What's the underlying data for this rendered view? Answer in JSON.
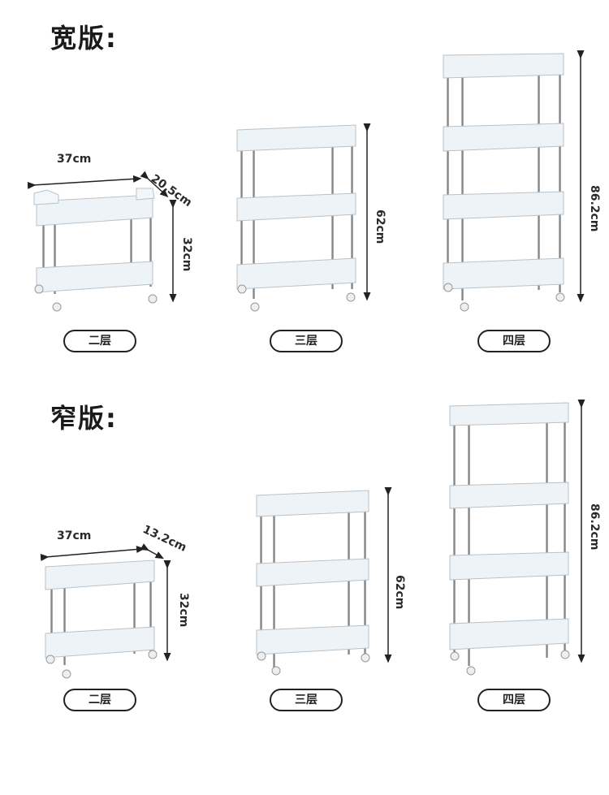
{
  "sections": [
    {
      "title": "宽版:",
      "units": [
        {
          "label": "二层",
          "tiers": 2,
          "width": "37cm",
          "depth": "20.5cm",
          "height": "32cm"
        },
        {
          "label": "三层",
          "tiers": 3,
          "height": "62cm"
        },
        {
          "label": "四层",
          "tiers": 4,
          "height": "86.2cm"
        }
      ]
    },
    {
      "title": "窄版:",
      "units": [
        {
          "label": "二层",
          "tiers": 2,
          "width": "37cm",
          "depth": "13.2cm",
          "height": "32cm"
        },
        {
          "label": "三层",
          "tiers": 3,
          "height": "62cm"
        },
        {
          "label": "四层",
          "tiers": 4,
          "height": "86.2cm"
        }
      ]
    }
  ],
  "colors": {
    "frame": "#8a8a8a",
    "shelf": "#e8eef3",
    "dark": "#222222"
  }
}
